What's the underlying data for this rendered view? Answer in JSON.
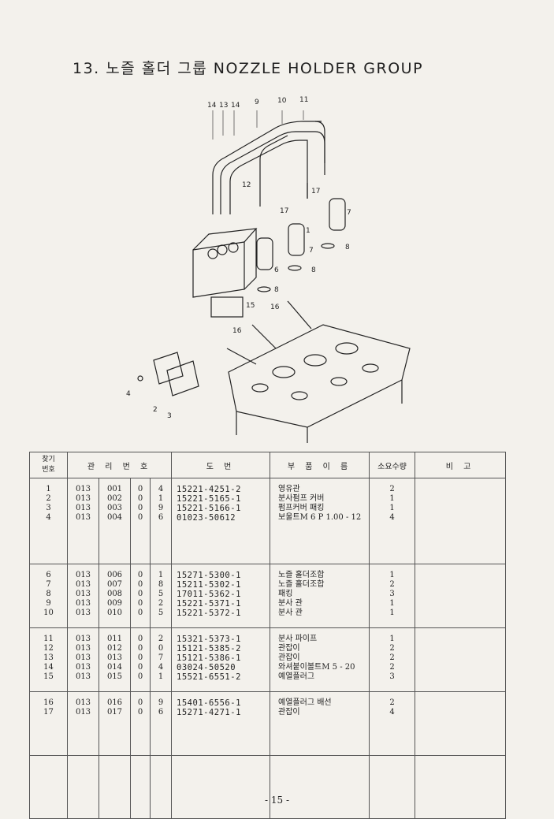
{
  "title": "13. 노즐  홀더 그룹 NOZZLE HOLDER GROUP",
  "diagram": {
    "callouts": [
      "14",
      "13",
      "14",
      "9",
      "10",
      "11",
      "12",
      "17",
      "17",
      "7",
      "1",
      "7",
      "8",
      "6",
      "8",
      "8",
      "15",
      "16",
      "16",
      "4",
      "2",
      "3"
    ]
  },
  "table": {
    "headers": {
      "no": "찾기\n번호",
      "code": "관 리 번 호",
      "drawing": "도 번",
      "name": "부 품 이 름",
      "qty": "소요수량",
      "note": "비 고"
    },
    "groups": [
      {
        "rows": [
          {
            "no": "1",
            "c1": "013",
            "c2": "001",
            "c3": "0",
            "c4": "4",
            "pn": "15221-4251-2",
            "name": "영유관",
            "qty": "2"
          },
          {
            "no": "2",
            "c1": "013",
            "c2": "002",
            "c3": "0",
            "c4": "1",
            "pn": "15221-5165-1",
            "name": "분사펌프 커버",
            "qty": "1"
          },
          {
            "no": "3",
            "c1": "013",
            "c2": "003",
            "c3": "0",
            "c4": "9",
            "pn": "15221-5166-1",
            "name": "펌프커버 패킹",
            "qty": "1"
          },
          {
            "no": "4",
            "c1": "013",
            "c2": "004",
            "c3": "0",
            "c4": "6",
            "pn": "01023-50612",
            "name": "보울트M 6 P 1.00 - 12",
            "qty": "4"
          }
        ]
      },
      {
        "rows": [
          {
            "no": "6",
            "c1": "013",
            "c2": "006",
            "c3": "0",
            "c4": "1",
            "pn": "15271-5300-1",
            "name": "노즐 홀더조합",
            "qty": "1"
          },
          {
            "no": "7",
            "c1": "013",
            "c2": "007",
            "c3": "0",
            "c4": "8",
            "pn": "15211-5302-1",
            "name": "노즐 홀더조합",
            "qty": "2"
          },
          {
            "no": "8",
            "c1": "013",
            "c2": "008",
            "c3": "0",
            "c4": "5",
            "pn": "17011-5362-1",
            "name": "패킹",
            "qty": "3"
          },
          {
            "no": "9",
            "c1": "013",
            "c2": "009",
            "c3": "0",
            "c4": "2",
            "pn": "15221-5371-1",
            "name": "분사 관",
            "qty": "1"
          },
          {
            "no": "10",
            "c1": "013",
            "c2": "010",
            "c3": "0",
            "c4": "5",
            "pn": "15221-5372-1",
            "name": "분사 관",
            "qty": "1"
          }
        ]
      },
      {
        "rows": [
          {
            "no": "11",
            "c1": "013",
            "c2": "011",
            "c3": "0",
            "c4": "2",
            "pn": "15321-5373-1",
            "name": "분사 파이프",
            "qty": "1"
          },
          {
            "no": "12",
            "c1": "013",
            "c2": "012",
            "c3": "0",
            "c4": "0",
            "pn": "15121-5385-2",
            "name": "관잡이",
            "qty": "2"
          },
          {
            "no": "13",
            "c1": "013",
            "c2": "013",
            "c3": "0",
            "c4": "7",
            "pn": "15121-5386-1",
            "name": "관잡이",
            "qty": "2"
          },
          {
            "no": "14",
            "c1": "013",
            "c2": "014",
            "c3": "0",
            "c4": "4",
            "pn": "03024-50520",
            "name": "와셔붙이볼트M 5 - 20",
            "qty": "2"
          },
          {
            "no": "15",
            "c1": "013",
            "c2": "015",
            "c3": "0",
            "c4": "1",
            "pn": "15521-6551-2",
            "name": "예열플러그",
            "qty": "3"
          }
        ]
      },
      {
        "rows": [
          {
            "no": "16",
            "c1": "013",
            "c2": "016",
            "c3": "0",
            "c4": "9",
            "pn": "15401-6556-1",
            "name": "예열플러그 배선",
            "qty": "2"
          },
          {
            "no": "17",
            "c1": "013",
            "c2": "017",
            "c3": "0",
            "c4": "6",
            "pn": "15271-4271-1",
            "name": "관잡이",
            "qty": "4"
          }
        ]
      },
      {
        "rows": []
      }
    ]
  },
  "footer": {
    "page": "- 15 -"
  }
}
